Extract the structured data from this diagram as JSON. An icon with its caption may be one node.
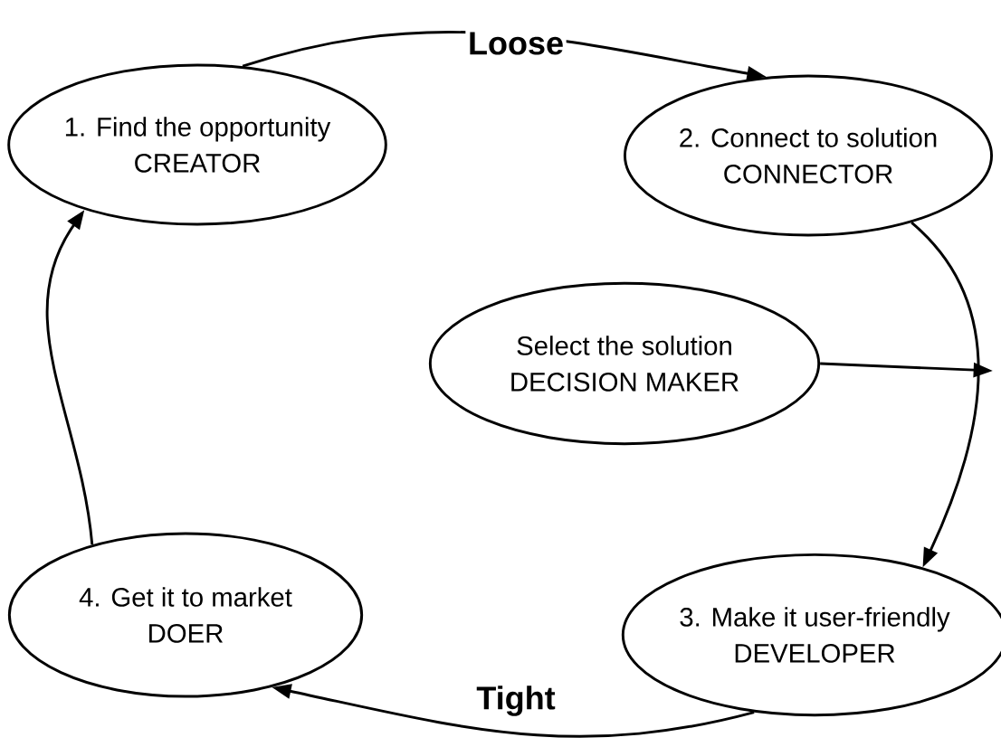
{
  "diagram": {
    "nodes": [
      {
        "text": [
          "1. Find the opportunity",
          "CREATOR"
        ]
      },
      {
        "text": [
          "2. Connect to solution",
          "CONNECTOR"
        ]
      },
      {
        "text": [
          "Select the solution",
          "DECISION MAKER"
        ]
      },
      {
        "text": [
          "3. Make it user-friendly",
          "DEVELOPER"
        ]
      },
      {
        "text": [
          "4. Get it to market",
          "DOER"
        ]
      }
    ],
    "edges": [
      {
        "from": 0,
        "to": 1,
        "arrow": "to",
        "label": "Loose"
      },
      {
        "from": 1,
        "to": 3,
        "arrow": "to"
      },
      {
        "from": 2,
        "to": null,
        "arrow": "to"
      },
      {
        "from": 3,
        "to": 4,
        "arrow": "to",
        "label": "Tight"
      },
      {
        "from": 4,
        "to": 0,
        "arrow": "to"
      }
    ]
  }
}
